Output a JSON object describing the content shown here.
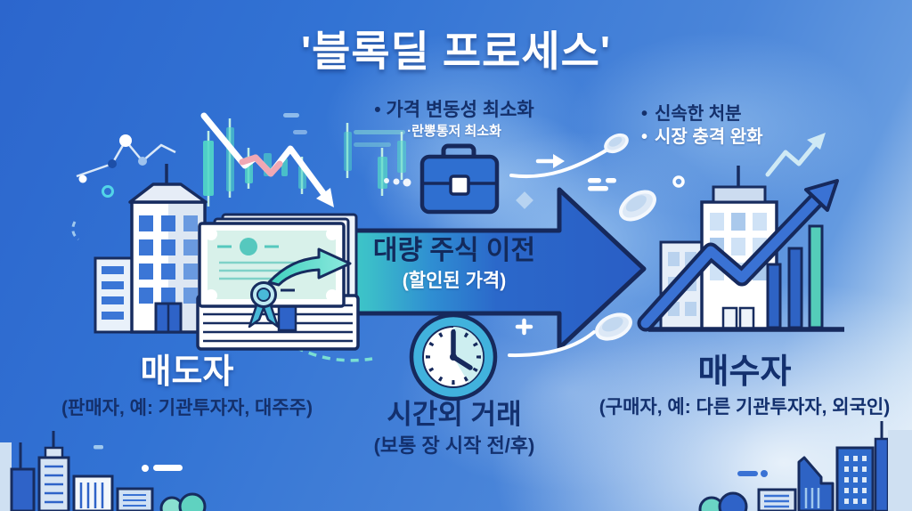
{
  "title": "'블록딜 프로세스'",
  "transfer": {
    "benefit_bullet": "•",
    "benefit": "가격 변동성 최소화",
    "benefit_sub": "·란뽕통저 최소화",
    "arrow_label": "대량 주식 이전",
    "arrow_sublabel": "(할인된 가격)"
  },
  "timing": {
    "label": "시간외 거래",
    "sublabel": "(보통 장 시작 전/후)"
  },
  "seller": {
    "label": "매도자",
    "sublabel": "(판매자, 예: 기관투자자, 대주주)"
  },
  "buyer": {
    "benefits": [
      {
        "bullet": "•",
        "text": "신속한 처분"
      },
      {
        "bullet": "•",
        "text": "시장 충격 완화"
      }
    ],
    "label": "매수자",
    "sublabel": "(구매자, 예: 다른 기관투자자, 외국인)"
  },
  "illustrations": {
    "seller_side": [
      "declining-candlestick-chart",
      "declining-arrow",
      "office-building",
      "stock-certificate-stack",
      "ribbon-seal"
    ],
    "center": [
      "briefcase-icon",
      "block-transfer-arrow",
      "teal-swoosh-arrow",
      "clock-icon",
      "floating-coins"
    ],
    "buyer_side": [
      "office-building",
      "rising-bar-chart",
      "rising-zigzag-arrow",
      "mini-growth-arrow"
    ],
    "bottom": [
      "city-skyline-left",
      "city-skyline-right"
    ]
  },
  "colors": {
    "background_deep": "#2b65cc",
    "background_light": "#eaf2fa",
    "outline_navy": "#172c5f",
    "text_navy": "#13306e",
    "text_white": "#ffffff",
    "arrow_blue": "#2a5ec5",
    "accent_teal": "#45d6c1",
    "window_blue": "#3b76d6",
    "declining_accent": "#f0a8b4"
  }
}
